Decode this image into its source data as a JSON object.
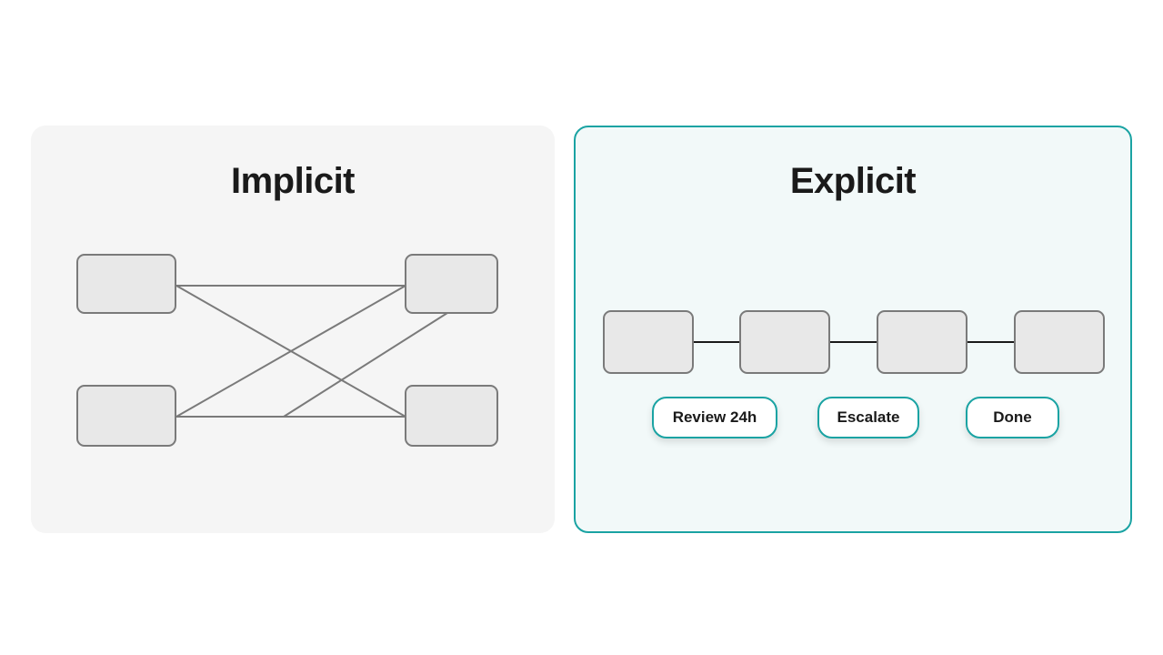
{
  "implicit": {
    "title": "Implicit"
  },
  "explicit": {
    "title": "Explicit",
    "chips": [
      "Review 24h",
      "Escalate",
      "Done"
    ]
  },
  "colors": {
    "accent": "#1aa3a3",
    "node_fill": "#e8e8e8",
    "node_stroke": "#7a7a7a",
    "implicit_bg": "#f5f5f5",
    "explicit_bg": "#f2f9f9"
  }
}
